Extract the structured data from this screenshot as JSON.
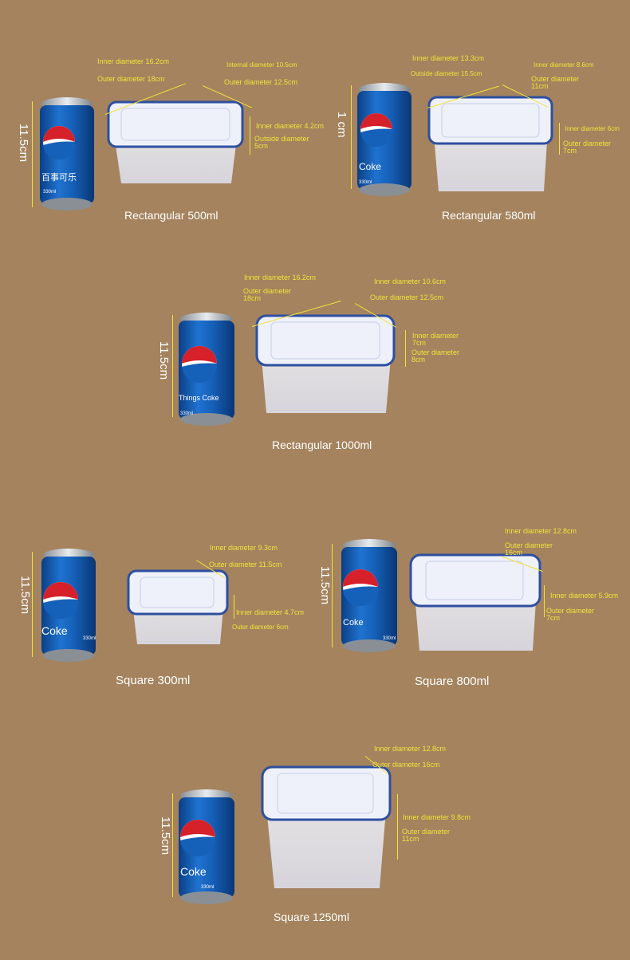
{
  "colors": {
    "background": "#a4835e",
    "annotation": "#f3e23a",
    "caption": "#ffffff",
    "can_blue": "#1560b8",
    "lid_blue": "#2e4fa0"
  },
  "can_label_common": "330ml",
  "products": [
    {
      "caption": "Rectangular 500ml",
      "can_height": "11.5cm",
      "can_brand": "百事可乐",
      "ann": [
        "Inner diameter 16.2cm",
        "Outer diameter 18cm",
        "Internal diameter 10.5cm",
        "Outer diameter 12.5cm",
        "Inner diameter 4.2cm",
        "Outside diameter",
        "5cm"
      ]
    },
    {
      "caption": "Rectangular 580ml",
      "can_height": "1  cm",
      "can_brand": "Coke",
      "ann": [
        "Inner diameter 13.3cm",
        "Outside diameter 15.5cm",
        "Inner diameter 8.6cm",
        "Outer diameter",
        "11cm",
        "Inner diameter 6cm",
        "Outer diameter",
        "7cm"
      ]
    },
    {
      "caption": "Rectangular 1000ml",
      "can_height": "11.5cm",
      "can_brand": "Things Coke",
      "ann": [
        "Inner diameter 16.2cm",
        "Outer diameter",
        "18cm",
        "Inner diameter 10.6cm",
        "Outer diameter 12.5cm",
        "Inner diameter",
        "7cm",
        "Outer diameter",
        "8cm"
      ]
    },
    {
      "caption": "Square 300ml",
      "can_height": "11.5cm",
      "can_brand": "Coke",
      "ann": [
        "Inner diameter 9.3cm",
        "Outer diameter 11.5cm",
        "Inner diameter 4.7cm",
        "Outer diameter 6cm"
      ]
    },
    {
      "caption": "Square 800ml",
      "can_height": "11.5cm",
      "can_brand": "Coke",
      "ann": [
        "Inner diameter 12.8cm",
        "Outer diameter",
        "16cm",
        "Inner diameter 5.9cm",
        "Outer diameter",
        "7cm"
      ]
    },
    {
      "caption": "Square 1250ml",
      "can_height": "11.5cm",
      "can_brand": "Coke",
      "ann": [
        "Inner diameter 12.8cm",
        "Outer diameter 16cm",
        "Inner diameter 9.8cm",
        "Outer diameter",
        "11cm"
      ]
    }
  ]
}
